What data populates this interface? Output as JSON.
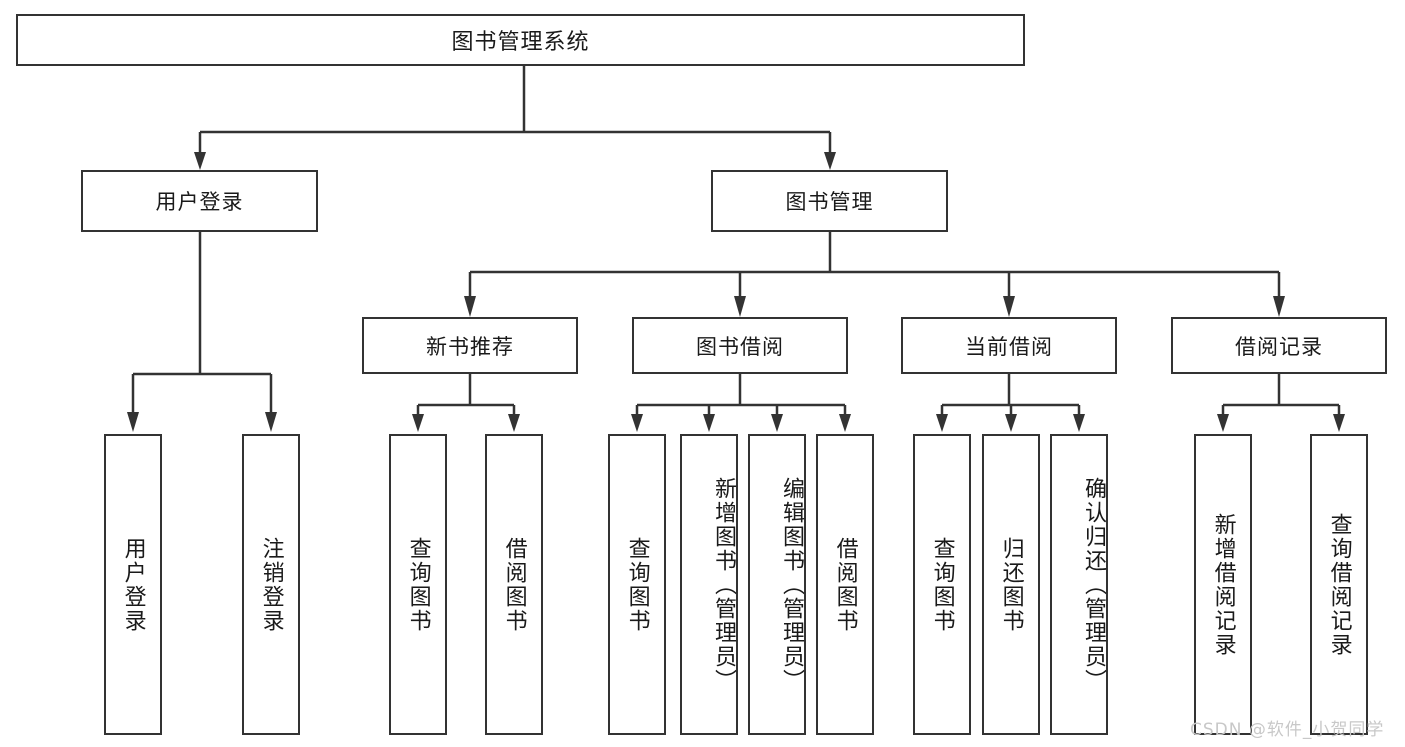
{
  "diagram": {
    "title": "图书管理系统",
    "type": "hierarchy-tree",
    "watermark": "CSDN @软件_小贺同学",
    "colors": {
      "border": "#333333",
      "background": "#ffffff",
      "text": "#1a1a1a",
      "watermark": "#c8c8c8"
    },
    "nodes": {
      "root": "图书管理系统",
      "level1": [
        {
          "label": "用户登录"
        },
        {
          "label": "图书管理"
        }
      ],
      "level2": [
        {
          "label": "新书推荐"
        },
        {
          "label": "图书借阅"
        },
        {
          "label": "当前借阅"
        },
        {
          "label": "借阅记录"
        }
      ],
      "leaves": {
        "user_login": [
          "用户登录",
          "注销登录"
        ],
        "new_book_recommend": [
          "查询图书",
          "借阅图书"
        ],
        "book_borrow": [
          "查询图书",
          "新增图书（管理员）",
          "编辑图书（管理员）",
          "借阅图书"
        ],
        "current_borrow": [
          "查询图书",
          "归还图书",
          "确认归还（管理员）"
        ],
        "borrow_record": [
          "新增借阅记录",
          "查询借阅记录"
        ]
      }
    }
  }
}
